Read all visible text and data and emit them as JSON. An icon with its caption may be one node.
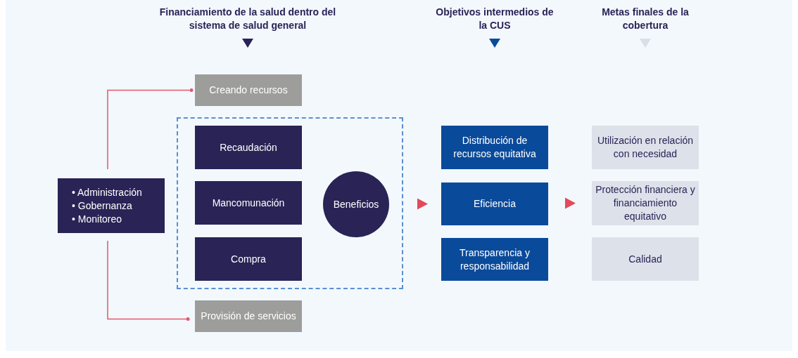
{
  "diagram": {
    "nodes": [
      {
        "text": [
          "• Administración",
          "• Gobernanza",
          "• Monitoreo"
        ]
      },
      {
        "text": [
          "Creando recursos"
        ]
      },
      {
        "text": [],
        "shape": "box"
      },
      {
        "text": [
          "Recaudación"
        ],
        "in": 2
      },
      {
        "text": [
          "Mancomunación"
        ],
        "in": 2
      },
      {
        "text": [
          "Compra"
        ],
        "in": 2
      },
      {
        "text": [
          "Beneficios"
        ],
        "in": 2
      },
      {
        "text": [
          "Distribución de recursos equitativa"
        ]
      },
      {
        "text": [
          "Eficiencia"
        ]
      },
      {
        "text": [
          "Transparencia y responsabilidad"
        ]
      },
      {
        "text": [
          "Utilización en relación con necesidad"
        ]
      },
      {
        "text": [
          "Protección financiera y financiamiento equitativo"
        ]
      },
      {
        "text": [
          "Calidad"
        ]
      },
      {
        "text": [
          "Provisión de servicios"
        ]
      }
    ],
    "edges": [
      {
        "from": 0,
        "to": 1,
        "arrow": "other",
        "color": "#e8566a"
      },
      {
        "from": 0,
        "to": 13,
        "arrow": "other",
        "color": "#e8566a"
      },
      {
        "from": 2,
        "to": 8,
        "arrow": "to",
        "color": "#e5485b"
      },
      {
        "from": 8,
        "to": 11,
        "arrow": "to",
        "color": "#e5485b"
      }
    ],
    "labels": [
      "Financiamiento de la salud dentro del sistema de salud general",
      "Objetivos intermedios de la CUS",
      "Metas finales de la cobertura"
    ]
  }
}
